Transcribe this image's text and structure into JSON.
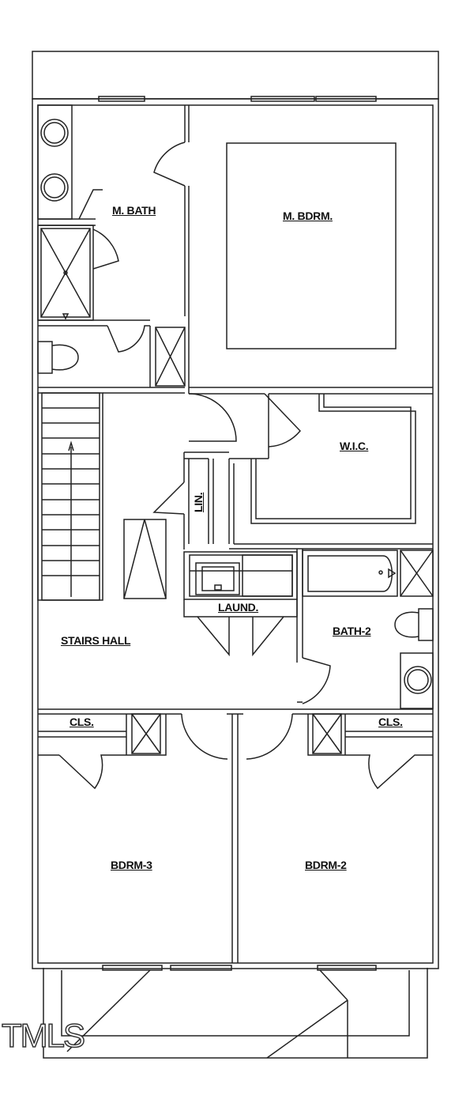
{
  "rooms": {
    "master_bath": "M. BATH",
    "master_bedroom": "M. BDRM.",
    "walk_in_closet": "W.I.C.",
    "linen": "LIN.",
    "laundry": "LAUND.",
    "bath_2": "BATH-2",
    "stairs_hall": "STAIRS HALL",
    "closet_left": "CLS.",
    "closet_right": "CLS.",
    "bedroom_3": "BDRM-3",
    "bedroom_2": "BDRM-2"
  },
  "watermark": "TMLS"
}
